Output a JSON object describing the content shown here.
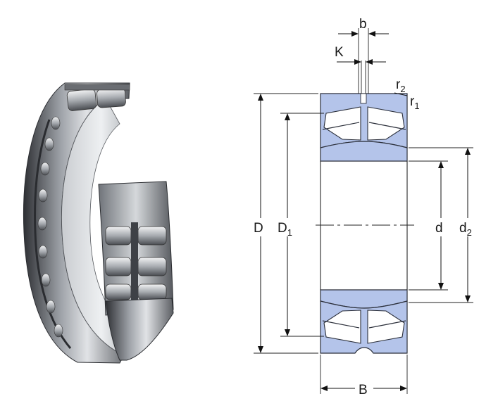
{
  "labels": {
    "b": "b",
    "K": "K",
    "r2_base": "r",
    "r2_sub": "2",
    "r1_base": "r",
    "r1_sub": "1",
    "D": "D",
    "D1_base": "D",
    "D1_sub": "1",
    "d": "d",
    "d2_base": "d",
    "d2_sub": "2",
    "B": "B"
  },
  "colors": {
    "section_fill": "#b4c4ea",
    "section_stroke": "#2b2f3a",
    "line": "#111111",
    "steel_dark": "#3a3d42",
    "steel_mid": "#8d9197",
    "steel_light": "#d9dcdf"
  },
  "icons": {
    "photo": "spherical-roller-bearing-cutaway-icon"
  }
}
